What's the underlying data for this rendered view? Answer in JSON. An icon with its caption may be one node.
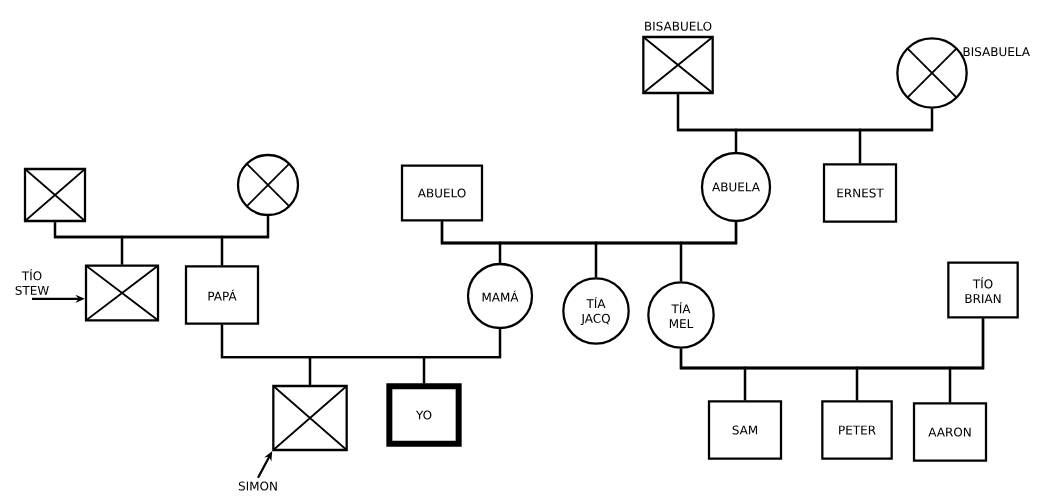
{
  "diagram": {
    "nodes": [
      {
        "text": [
          "BISABUELO"
        ]
      },
      {
        "text": [
          "BISABUELA"
        ]
      },
      {
        "text": [],
        "shape": "box"
      },
      {
        "text": [],
        "shape": "circle"
      },
      {
        "text": [
          "ABUELO"
        ]
      },
      {
        "text": [
          "ABUELA"
        ]
      },
      {
        "text": [
          "ERNEST"
        ]
      },
      {
        "text": [
          "TÍO STEW"
        ]
      },
      {
        "text": [],
        "shape": "box"
      },
      {
        "text": [
          "PAPÁ"
        ]
      },
      {
        "text": [
          "MAMÁ"
        ]
      },
      {
        "text": [
          "TÍA JACQ"
        ]
      },
      {
        "text": [
          "TÍA MEL"
        ]
      },
      {
        "text": [
          "TÍO BRIAN"
        ]
      },
      {
        "text": [],
        "shape": "box"
      },
      {
        "text": [
          "YO"
        ]
      },
      {
        "text": [
          "SAM"
        ]
      },
      {
        "text": [
          "PETER"
        ]
      },
      {
        "text": [
          "AARON"
        ]
      },
      {
        "text": [
          "SIMON"
        ]
      }
    ],
    "edges": [
      {
        "from": 0,
        "to": 5,
        "arrow": "none"
      },
      {
        "from": 1,
        "to": 5,
        "arrow": "none"
      },
      {
        "from": 0,
        "to": 6,
        "arrow": "none"
      },
      {
        "from": 1,
        "to": 6,
        "arrow": "none"
      },
      {
        "from": 2,
        "to": 8,
        "arrow": "none"
      },
      {
        "from": 3,
        "to": 8,
        "arrow": "none"
      },
      {
        "from": 2,
        "to": 9,
        "arrow": "none"
      },
      {
        "from": 3,
        "to": 9,
        "arrow": "none"
      },
      {
        "from": 4,
        "to": 10,
        "arrow": "none"
      },
      {
        "from": 5,
        "to": 10,
        "arrow": "none"
      },
      {
        "from": 4,
        "to": 11,
        "arrow": "none"
      },
      {
        "from": 5,
        "to": 11,
        "arrow": "none"
      },
      {
        "from": 4,
        "to": 12,
        "arrow": "none"
      },
      {
        "from": 5,
        "to": 12,
        "arrow": "none"
      },
      {
        "from": 9,
        "to": 14,
        "arrow": "none"
      },
      {
        "from": 10,
        "to": 14,
        "arrow": "none"
      },
      {
        "from": 9,
        "to": 15,
        "arrow": "none"
      },
      {
        "from": 10,
        "to": 15,
        "arrow": "none"
      },
      {
        "from": 12,
        "to": 16,
        "arrow": "none"
      },
      {
        "from": 13,
        "to": 16,
        "arrow": "none"
      },
      {
        "from": 12,
        "to": 17,
        "arrow": "none"
      },
      {
        "from": 13,
        "to": 17,
        "arrow": "none"
      },
      {
        "from": 12,
        "to": 18,
        "arrow": "none"
      },
      {
        "from": 13,
        "to": 18,
        "arrow": "none"
      },
      {
        "from": 7,
        "to": 8,
        "arrow": "to"
      },
      {
        "from": 19,
        "to": 14,
        "arrow": "to"
      }
    ]
  }
}
